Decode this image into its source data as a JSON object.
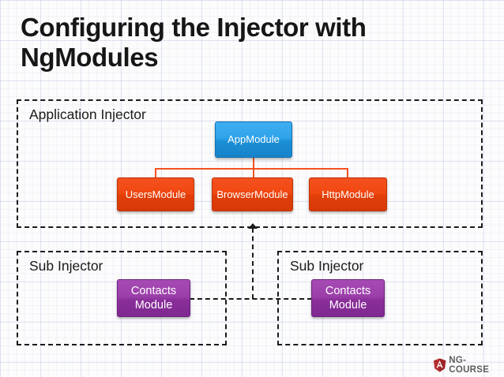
{
  "slide": {
    "title": "Configuring the Injector with\nNgModules",
    "background_color": "#fcfcfd",
    "grid_color": "#c9d2e8"
  },
  "panels": [
    {
      "id": "application-injector",
      "label": "Application Injector"
    },
    {
      "id": "sub-injector-left",
      "label": "Sub Injector"
    },
    {
      "id": "sub-injector-right",
      "label": "Sub Injector"
    }
  ],
  "nodes": {
    "app_module": {
      "label": "AppModule",
      "color": "#2fa3ea"
    },
    "users_module": {
      "label": "UsersModule",
      "color": "#f04710"
    },
    "browser_module": {
      "label": "BrowserModule",
      "color": "#f04710"
    },
    "http_module": {
      "label": "HttpModule",
      "color": "#f04710"
    },
    "contacts_module_left": {
      "label": "Contacts\nModule",
      "color": "#9b3fa9"
    },
    "contacts_module_right": {
      "label": "Contacts\nModule",
      "color": "#9b3fa9"
    }
  },
  "connectors": {
    "tree_color": "#f4511f",
    "injector_link_color": "#1b1b1b"
  },
  "logo": {
    "text": "NG-COURSE",
    "shield_letter": "A",
    "shield_color": "#b52e31",
    "text_color": "#5d5d5d"
  }
}
